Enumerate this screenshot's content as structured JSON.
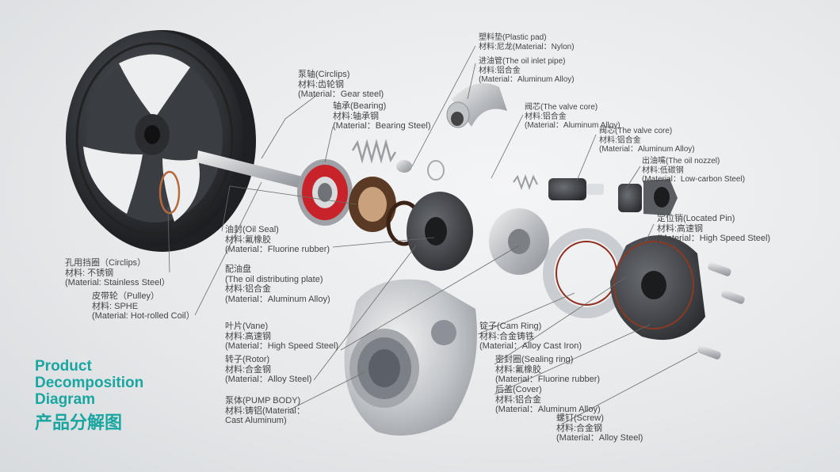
{
  "title": {
    "line1": "Product",
    "line2": "Decomposition",
    "line3": "Diagram",
    "cn": "产品分解图"
  },
  "labels": {
    "plastic_pad": [
      "塑料垫(Plastic pad)",
      "材料:尼龙(Material：Nylon)"
    ],
    "oil_inlet_pipe": [
      "进油管(The oil inlet pipe)",
      "材料:铝合金",
      "(Material：Aluminum Alloy)"
    ],
    "circlips_shaft": [
      "泵轴(Circlips)",
      "材料:齿轮钢",
      "(Material：Gear steel)"
    ],
    "bearing": [
      "轴承(Bearing)",
      "材料:轴承钢",
      "(Material：Bearing Steel)"
    ],
    "valve_core_1": [
      "阀芯(The valve core)",
      "材料:铝合金",
      "(Material：Aluminum Alloy)"
    ],
    "valve_core_2": [
      "阀芯(The valve core)",
      "材料:铝合金",
      "(Material：Aluminum Alloy)"
    ],
    "oil_nozzel": [
      "出油嘴(The oil nozzel)",
      "材料:低碳钢",
      "(Material：Low-carbon Steel)"
    ],
    "located_pin": [
      "定位销(Located Pin)",
      "材料:高速钢",
      "(Material：High Speed Steel)"
    ],
    "oil_seal": [
      "油封(Oil Seal)",
      "材料:氟橡胶",
      "(Material：Fluorine rubber)"
    ],
    "oil_plate": [
      "配油盘",
      "(The oil distributing plate)",
      "材料:铝合金",
      "(Material：Aluminum Alloy)"
    ],
    "circlips_ring": [
      "孔用挡圈（Circlips）",
      "材料: 不锈钢",
      "(Material: Stainless Steel）"
    ],
    "pulley": [
      "皮带轮（Pulley）",
      "材料: SPHE",
      "(Material: Hot-rolled Coil）"
    ],
    "vane": [
      "叶片(Vane)",
      "材料:高速钢",
      "(Material：High Speed Steel)"
    ],
    "rotor": [
      "转子(Rotor)",
      "材料:合金钢",
      "(Material：Alloy Steel)"
    ],
    "pump_body": [
      "泵体(PUMP BODY)",
      "材料:铸铝(Material：",
      "Cast Aluminum)"
    ],
    "cam_ring": [
      "锭子(Cam Ring)",
      "材料:合金铸铁",
      "(Material：Alloy Cast Iron)"
    ],
    "sealing_ring": [
      "密封圈(Sealing ring)",
      "材料:氟橡胶",
      "(Material：Fluorine rubber)"
    ],
    "cover": [
      "后盖(Cover)",
      "材料:铝合金",
      "(Material：Aluminum Alloy)"
    ],
    "screw": [
      "螺钉(Screw)",
      "材料:合金钢",
      "(Material：Alloy Steel)"
    ]
  }
}
